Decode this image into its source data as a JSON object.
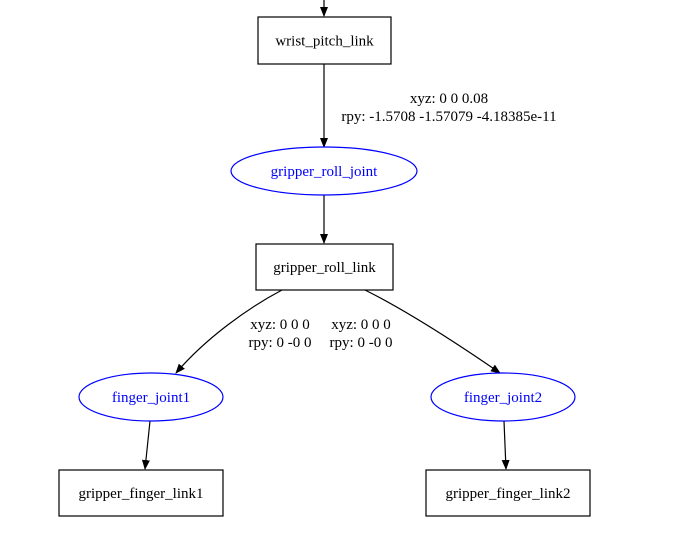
{
  "colors": {
    "link_stroke": "#000000",
    "joint_stroke": "#0000ff",
    "joint_text": "#0000ff",
    "edge": "#000000"
  },
  "nodes": {
    "wrist_pitch_link": "wrist_pitch_link",
    "gripper_roll_joint": "gripper_roll_joint",
    "gripper_roll_link": "gripper_roll_link",
    "finger_joint1": "finger_joint1",
    "finger_joint2": "finger_joint2",
    "gripper_finger_link1": "gripper_finger_link1",
    "gripper_finger_link2": "gripper_finger_link2"
  },
  "edge_labels": {
    "gripper_roll_joint": {
      "xyz": "xyz: 0 0 0.08",
      "rpy": "rpy: -1.5708 -1.57079 -4.18385e-11"
    },
    "finger_joint1": {
      "xyz": "xyz: 0 0 0",
      "rpy": "rpy: 0 -0 0"
    },
    "finger_joint2": {
      "xyz": "xyz: 0 0 0",
      "rpy": "rpy: 0 -0 0"
    }
  }
}
